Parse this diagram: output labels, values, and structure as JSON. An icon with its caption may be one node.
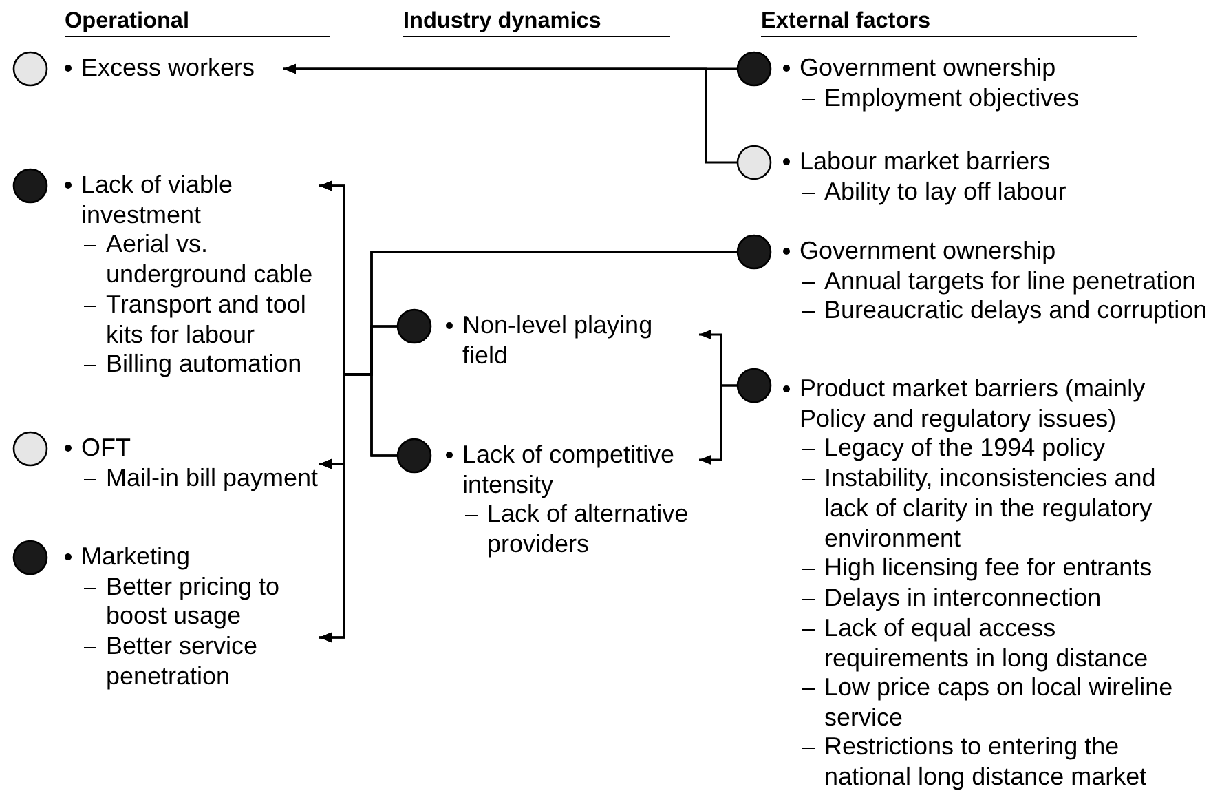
{
  "diagram": {
    "nodes": [
      {
        "text": [],
        "shape": "circle"
      },
      {
        "text": [
          "Excess workers"
        ]
      },
      {
        "text": [],
        "shape": "dot"
      },
      {
        "text": [
          "Government ownership",
          "Employment objectives"
        ]
      },
      {
        "text": [],
        "shape": "circle"
      },
      {
        "text": [
          "Labour market barriers",
          "Ability to lay off labour"
        ]
      },
      {
        "text": [],
        "shape": "dot"
      },
      {
        "text": [
          "Lack of viable investment",
          "Aerial vs. underground cable",
          "Transport and tool kits for labour",
          "Billing automation"
        ]
      },
      {
        "text": [],
        "shape": "dot"
      },
      {
        "text": [
          "Government ownership",
          "Annual targets for line penetration",
          "Bureaucratic delays and corruption"
        ]
      },
      {
        "text": [],
        "shape": "dot"
      },
      {
        "text": [
          "Non-level playing field"
        ]
      },
      {
        "text": [],
        "shape": "dot"
      },
      {
        "text": [
          "Product market barriers (mainly Policy and regulatory issues)",
          "Legacy of the 1994 policy",
          "Instability, inconsistencies and lack of clarity in the regulatory environment"
        ]
      },
      {
        "text": [],
        "shape": "circle"
      },
      {
        "text": [
          "OFT",
          "Mail-in bill payment"
        ]
      },
      {
        "text": [],
        "shape": "dot"
      },
      {
        "text": [
          "Lack of competitive intensity",
          "Lack of alternative providers"
        ]
      },
      {
        "text": [],
        "shape": "dot"
      },
      {
        "text": [
          "Marketing",
          "Better pricing to boost usage",
          "Better service penetration"
        ]
      },
      {
        "text": [
          "High licensing fee for entrants"
        ]
      },
      {
        "text": [
          "Delays in interconnection"
        ]
      },
      {
        "text": [
          "Lack of equal access requirements in long distance"
        ]
      },
      {
        "text": [
          "Low price caps on local wireline service"
        ]
      },
      {
        "text": [
          "Restrictions to entering the national long distance market"
        ]
      }
    ],
    "edges": [
      {
        "from": 2,
        "to": 1,
        "arrow": "to"
      },
      {
        "from": 4,
        "to": 1,
        "arrow": "to"
      },
      {
        "from": 8,
        "to": 7,
        "arrow": "to"
      },
      {
        "from": 8,
        "to": 15,
        "arrow": "to"
      },
      {
        "from": 8,
        "to": 19,
        "arrow": "to"
      },
      {
        "from": 10,
        "to": 7,
        "arrow": "to"
      },
      {
        "from": 10,
        "to": 15,
        "arrow": "to"
      },
      {
        "from": 10,
        "to": 19,
        "arrow": "to"
      },
      {
        "from": 16,
        "to": 7,
        "arrow": "to"
      },
      {
        "from": 16,
        "to": 15,
        "arrow": "to"
      },
      {
        "from": 16,
        "to": 19,
        "arrow": "to"
      },
      {
        "from": 12,
        "to": 11,
        "arrow": "to"
      },
      {
        "from": 12,
        "to": 17,
        "arrow": "to"
      }
    ],
    "labels": [
      "Operational",
      "Industry dynamics",
      "External factors"
    ]
  }
}
